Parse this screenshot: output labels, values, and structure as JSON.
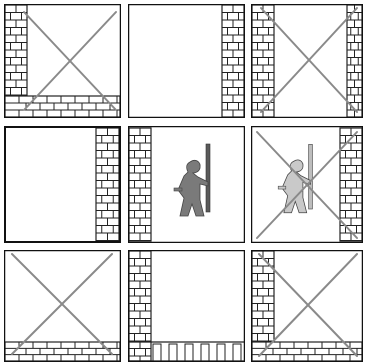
{
  "grid": {
    "rows": 3,
    "cols": 3,
    "cells": [
      {
        "row": 0,
        "col": 0,
        "walls": [
          "left",
          "bottom"
        ],
        "crossed_out": true,
        "occupant": null
      },
      {
        "row": 0,
        "col": 1,
        "walls": [
          "right"
        ],
        "crossed_out": false,
        "occupant": null
      },
      {
        "row": 0,
        "col": 2,
        "walls": [
          "left",
          "right"
        ],
        "crossed_out": true,
        "occupant": null
      },
      {
        "row": 1,
        "col": 0,
        "walls": [
          "right"
        ],
        "crossed_out": false,
        "occupant": null
      },
      {
        "row": 1,
        "col": 1,
        "walls": [
          "left"
        ],
        "crossed_out": false,
        "occupant": "figure-with-staff"
      },
      {
        "row": 1,
        "col": 2,
        "walls": [
          "right"
        ],
        "crossed_out": true,
        "occupant": "figure-with-staff-faded"
      },
      {
        "row": 2,
        "col": 0,
        "walls": [
          "bottom"
        ],
        "crossed_out": true,
        "occupant": null
      },
      {
        "row": 2,
        "col": 1,
        "walls": [
          "left",
          "bottom-crenellated"
        ],
        "crossed_out": false,
        "occupant": null
      },
      {
        "row": 2,
        "col": 2,
        "walls": [
          "left",
          "bottom"
        ],
        "crossed_out": true,
        "occupant": null
      }
    ]
  },
  "colors": {
    "border": "#111111",
    "brick": "#222222",
    "cross": "#8a8a8a",
    "figure": "#7a7a7a",
    "figure_faded": "#c9c9c9",
    "staff": "#5a5a5a"
  },
  "icons": {
    "figure": "warrior-with-staff-icon",
    "cross": "cross-out-icon",
    "wall": "brick-wall"
  }
}
